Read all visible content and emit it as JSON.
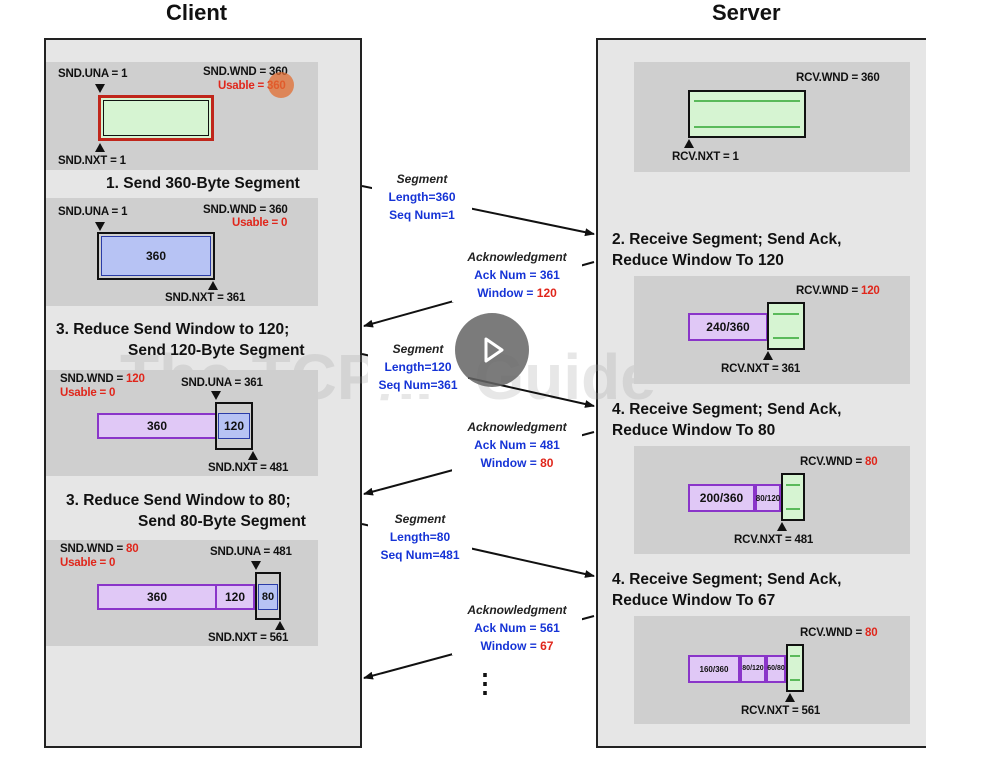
{
  "client": {
    "header": "Client",
    "state1": {
      "snd_una": "SND.UNA = 1",
      "snd_wnd": "SND.WND = 360",
      "usable": "Usable = 360",
      "snd_nxt": "SND.NXT = 1"
    },
    "step1": "1. Send 360-Byte Segment",
    "state2": {
      "snd_una": "SND.UNA = 1",
      "snd_wnd": "SND.WND = 360",
      "usable": "Usable = 0",
      "seg": "360",
      "snd_nxt": "SND.NXT = 361"
    },
    "step3a_line1": "3. Reduce Send Window to 120;",
    "step3a_line2": "Send 120-Byte Segment",
    "state3": {
      "snd_wnd_prefix": "SND.WND = ",
      "snd_wnd_val": "120",
      "usable": "Usable = 0",
      "snd_una": "SND.UNA = 361",
      "seg1": "360",
      "seg2": "120",
      "snd_nxt": "SND.NXT = 481"
    },
    "step3b_line1": "3. Reduce Send Window to 80;",
    "step3b_line2": "Send 80-Byte Segment",
    "state4": {
      "snd_wnd_prefix": "SND.WND = ",
      "snd_wnd_val": "80",
      "usable": "Usable = 0",
      "snd_una": "SND.UNA = 481",
      "seg1": "360",
      "seg2": "120",
      "seg3": "80",
      "snd_nxt": "SND.NXT = 561"
    }
  },
  "server": {
    "header": "Server",
    "state1": {
      "rcv_wnd": "RCV.WND = 360",
      "rcv_nxt": "RCV.NXT = 1"
    },
    "step2_line1": "2. Receive Segment; Send Ack,",
    "step2_line2": "Reduce Window To 120",
    "state2": {
      "rcv_wnd_prefix": "RCV.WND = ",
      "rcv_wnd_val": "120",
      "seg": "240/360",
      "rcv_nxt": "RCV.NXT = 361"
    },
    "step4a_line1": "4. Receive Segment; Send Ack,",
    "step4a_line2": "Reduce Window To 80",
    "state3": {
      "rcv_wnd_prefix": "RCV.WND = ",
      "rcv_wnd_val": "80",
      "seg1": "200/360",
      "seg2": "80/120",
      "rcv_nxt": "RCV.NXT = 481"
    },
    "step4b_line1": "4. Receive Segment; Send Ack,",
    "step4b_line2": "Reduce Window To 67",
    "state4": {
      "rcv_wnd_prefix": "RCV.WND = ",
      "rcv_wnd_val": "80",
      "seg1": "160/360",
      "seg2": "80/120",
      "seg3": "60/80",
      "rcv_nxt": "RCV.NXT = 561"
    }
  },
  "messages": {
    "seg1": {
      "title": "Segment",
      "l1": "Length=360",
      "l2": "Seq Num=1"
    },
    "ack1": {
      "title": "Acknowledgment",
      "l1": "Ack Num = 361",
      "l2_prefix": "Window = ",
      "l2_val": "120"
    },
    "seg2": {
      "title": "Segment",
      "l1": "Length=120",
      "l2": "Seq Num=361"
    },
    "ack2": {
      "title": "Acknowledgment",
      "l1": "Ack Num = 481",
      "l2_prefix": "Window = ",
      "l2_val": "80"
    },
    "seg3": {
      "title": "Segment",
      "l1": "Length=80",
      "l2": "Seq Num=481"
    },
    "ack3": {
      "title": "Acknowledgment",
      "l1": "Ack Num = 561",
      "l2_prefix": "Window = ",
      "l2_val": "67"
    },
    "ellipsis": "⋮"
  },
  "watermark": "The TCP/IP Guide",
  "colors": {
    "red": "#e0261b",
    "blue": "#1533d6",
    "green_fill": "#d6f4d2",
    "blue_fill": "#b7c3f4",
    "purple_fill": "#e0c8f6",
    "play": "#6b6b6b"
  },
  "icons": {
    "play": "play-button-icon",
    "cursor": "cursor-highlight-icon"
  }
}
